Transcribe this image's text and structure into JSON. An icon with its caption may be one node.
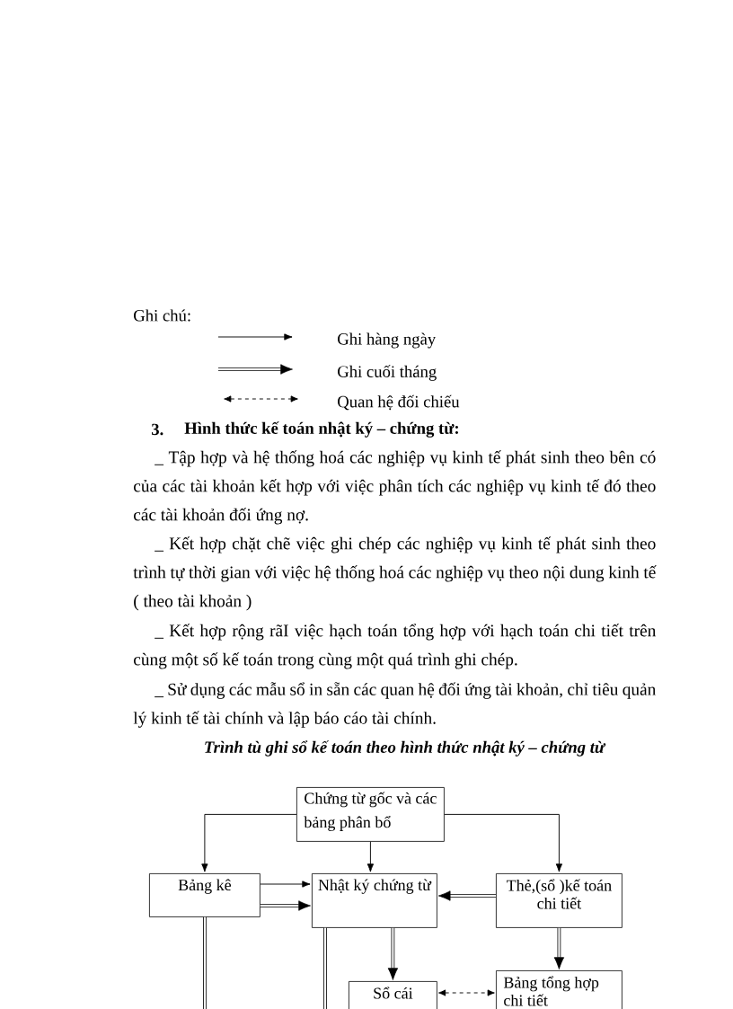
{
  "diagram": {
    "title": "Trình tù ghi sổ kế toán theo hình thức nhật ký – chứng từ",
    "nodes": [
      {
        "text": [
          "Chứng từ gốc và các bảng phân bổ"
        ]
      },
      {
        "text": [
          "Bảng kê"
        ]
      },
      {
        "text": [
          "Nhật ký chứng từ"
        ]
      },
      {
        "text": [
          "Thẻ,(sổ )kế toán chi tiết"
        ]
      },
      {
        "text": [
          "Sổ cái"
        ]
      },
      {
        "text": [
          "Bảng tổng hợp chi tiết"
        ]
      }
    ],
    "edges": [
      {
        "from": 0,
        "to": 1,
        "arrow": "to"
      },
      {
        "from": 0,
        "to": 2,
        "arrow": "to"
      },
      {
        "from": 0,
        "to": 3,
        "arrow": "to"
      },
      {
        "from": 1,
        "to": 2,
        "arrow": "to"
      },
      {
        "from": 1,
        "to": 2,
        "arrow": "to"
      },
      {
        "from": 3,
        "to": 2,
        "arrow": "to"
      },
      {
        "from": 2,
        "to": 4,
        "arrow": "to"
      },
      {
        "from": 3,
        "to": 5,
        "arrow": "to"
      },
      {
        "from": 4,
        "to": 5,
        "arrow": "both",
        "style": "dashed"
      },
      {
        "from": 1,
        "to": null,
        "arrow": "none"
      },
      {
        "from": 2,
        "to": null,
        "arrow": "none"
      }
    ],
    "labels": [
      "Ghi chú:",
      "3.",
      "Hình thức kế toán nhật ký – chứng từ:",
      "_ Tập hợp và hệ thống hoá các nghiệp vụ kinh tế phát sinh theo bên có của các tài khoản kết hợp với việc phân tích các nghiệp vụ kinh tế đó theo các tài khoản đối ứng nợ.",
      "_ Kết hợp chặt chẽ việc ghi chép các nghiệp vụ kinh tế phát sinh theo trình tự thời gian với việc hệ thống hoá các nghiệp vụ theo nội dung kinh tế ( theo tài khoản )",
      "_ Kết hợp rộng rãI việc hạch toán tổng hợp với hạch toán chi tiết trên cùng một số kế toán trong cùng một quá trình ghi chép.",
      "_ Sử dụng các mẫu sổ in sẵn các quan hệ đối ứng tài khoản, chỉ tiêu quản lý kinh tế tài chính và lập báo cáo tài chính."
    ],
    "legend": [
      {
        "text": "Ghi hàng ngày"
      },
      {
        "text": "Ghi cuối tháng"
      },
      {
        "text": "Quan hệ đối chiếu"
      }
    ]
  }
}
